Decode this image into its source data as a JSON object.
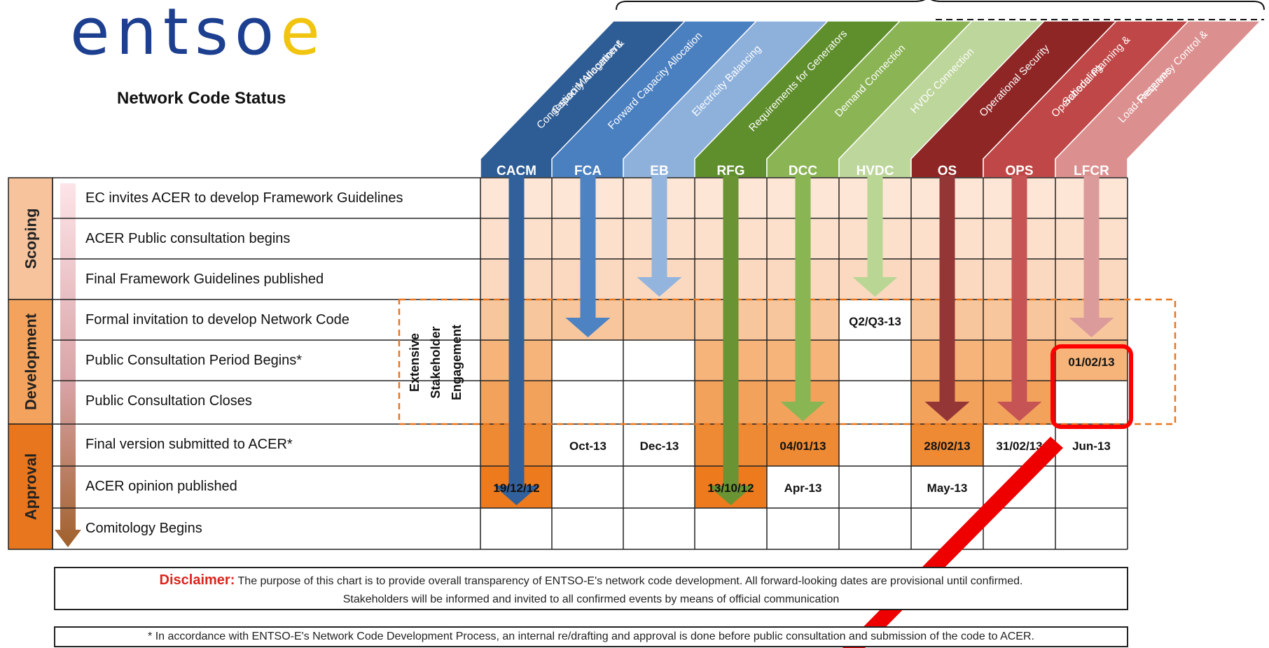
{
  "logo": {
    "wordmark": "entsoe",
    "subtitle": "Network Code Status"
  },
  "phases": [
    {
      "label": "Scoping",
      "color": "#f6c39d"
    },
    {
      "label": "Development",
      "color": "#f3a35d"
    },
    {
      "label": "Approval",
      "color": "#e8761e"
    }
  ],
  "stages": [
    "EC invites ACER to develop Framework Guidelines",
    "ACER Public consultation begins",
    "Final Framework Guidelines published",
    "Formal invitation to develop Network Code",
    "Public Consultation Period Begins*",
    "Public Consultation Closes",
    "Final version submitted to ACER*",
    "ACER opinion published",
    "Comitology Begins"
  ],
  "engagement_label": [
    "Extensive",
    "Stakeholder",
    "Engagement"
  ],
  "codes": [
    {
      "abbr": "CACM",
      "name": [
        "Capacity Allocation &",
        "Congestion Management"
      ],
      "color": "#2e5c94",
      "arrow_color": "#32609a",
      "arrow_to_row": 7,
      "cells": [
        "",
        "",
        "",
        "",
        "",
        "",
        "",
        "19/12/12",
        ""
      ]
    },
    {
      "abbr": "FCA",
      "name": [
        "Forward Capacity Allocation"
      ],
      "color": "#4a7fc0",
      "arrow_color": "#4d82c3",
      "arrow_to_row": 3,
      "cells": [
        "",
        "",
        "",
        "",
        "",
        "",
        "Oct-13",
        "",
        ""
      ]
    },
    {
      "abbr": "EB",
      "name": [
        "Electricity Balancing"
      ],
      "color": "#8eb1dc",
      "arrow_color": "#93b4dd",
      "arrow_to_row": 2,
      "cells": [
        "",
        "",
        "",
        "",
        "",
        "",
        "Dec-13",
        "",
        ""
      ]
    },
    {
      "abbr": "RFG",
      "name": [
        "Requirements for Generators"
      ],
      "color": "#5f8e2c",
      "arrow_color": "#6a9434",
      "arrow_to_row": 7,
      "cells": [
        "",
        "",
        "",
        "",
        "",
        "",
        "",
        "13/10/12",
        ""
      ]
    },
    {
      "abbr": "DCC",
      "name": [
        "Demand Connection"
      ],
      "color": "#8bb455",
      "arrow_color": "#8ab553",
      "arrow_to_row": 5,
      "cells": [
        "",
        "",
        "",
        "",
        "",
        "",
        "04/01/13",
        "Apr-13",
        ""
      ]
    },
    {
      "abbr": "HVDC",
      "name": [
        "HVDC Connection"
      ],
      "color": "#bdd69b",
      "arrow_color": "#b9d694",
      "arrow_to_row": 2,
      "cells": [
        "",
        "",
        "",
        "Q2/Q3-13",
        "",
        "",
        "",
        "",
        ""
      ]
    },
    {
      "abbr": "OS",
      "name": [
        "Operational Security"
      ],
      "color": "#8f2626",
      "arrow_color": "#953636",
      "arrow_to_row": 5,
      "cells": [
        "",
        "",
        "",
        "",
        "",
        "",
        "28/02/13",
        "May-13",
        ""
      ]
    },
    {
      "abbr": "OPS",
      "name": [
        "Operational Planning &",
        "Scheduling"
      ],
      "color": "#c04747",
      "arrow_color": "#c65454",
      "arrow_to_row": 5,
      "cells": [
        "",
        "",
        "",
        "",
        "",
        "",
        "31/02/13",
        "",
        ""
      ]
    },
    {
      "abbr": "LFCR",
      "name": [
        "Load-Frequency Control &",
        "Reserves"
      ],
      "color": "#dc8f8f",
      "arrow_color": "#dc9b9b",
      "arrow_to_row": 3,
      "cells": [
        "",
        "",
        "",
        "",
        "01/02/13",
        "",
        "Jun-13",
        "",
        ""
      ]
    }
  ],
  "disclaimer": {
    "label": "Disclaimer:",
    "text1": "The purpose of this chart is to provide overall transparency of ENTSO-E's network code development. All forward-looking dates are provisional until confirmed.",
    "text2": "Stakeholders will be informed and invited to all confirmed events by means of official communication"
  },
  "footnote": "* In accordance with ENTSO-E's Network Code Development Process, an internal re/drafting and approval is done before public consultation and submission of the code to ACER.",
  "annotation": {
    "highlight_color": "#ff0000",
    "slash_color": "#ee0000"
  }
}
